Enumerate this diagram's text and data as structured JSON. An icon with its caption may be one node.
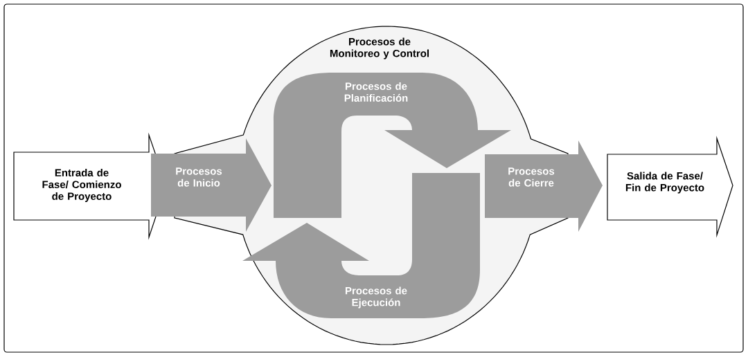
{
  "diagram": {
    "nodes": [
      {
        "text": [
          "Entrada de Fase/ Comienzo de Proyecto"
        ]
      },
      {
        "text": [
          "Procesos de Monitoreo y Control"
        ]
      },
      {
        "text": [
          "Procesos de Inicio"
        ]
      },
      {
        "text": [
          "Procesos de Planificación"
        ],
        "in": 1
      },
      {
        "text": [
          "Procesos de Ejecución"
        ],
        "in": 1
      },
      {
        "text": [
          "Procesos de Cierre"
        ]
      },
      {
        "text": [
          "Salida de Fase/ Fin de Proyecto"
        ]
      }
    ]
  }
}
